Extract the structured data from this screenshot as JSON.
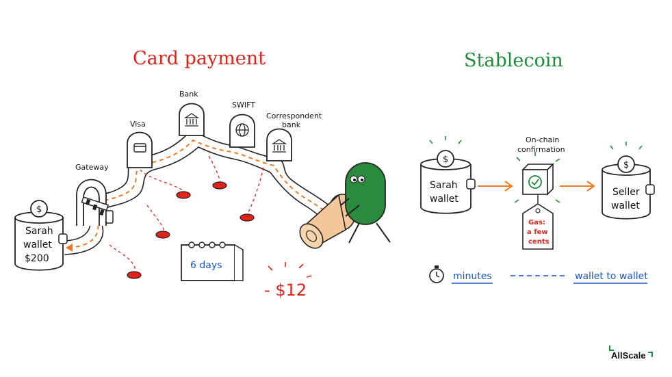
{
  "card": {
    "title": "Card payment",
    "wallet": [
      "Sarah",
      "wallet",
      "$200"
    ],
    "nodes": {
      "gateway": "Gateway",
      "visa": "Visa",
      "bank": "Bank",
      "swift": "SWIFT",
      "correspondent": [
        "Correspondent",
        "bank"
      ]
    },
    "duration": "6 days",
    "fee": "- $12"
  },
  "stablecoin": {
    "title": "Stablecoin",
    "sender_wallet": [
      "Sarah",
      "wallet"
    ],
    "confirmation": [
      "On-chain",
      "confirmation"
    ],
    "gas": [
      "Gas:",
      "a few",
      "cents"
    ],
    "receiver_wallet": [
      "Seller",
      "wallet"
    ],
    "time": "minutes",
    "route": "wallet to wallet"
  },
  "brand": "AllScale",
  "colors": {
    "card_title": "#e2231a",
    "stablecoin_title": "#1c8a3a",
    "flow_arrow": "#f07a22",
    "highlight_blue": "#1a56c8",
    "character_green": "#2a8a3e"
  }
}
